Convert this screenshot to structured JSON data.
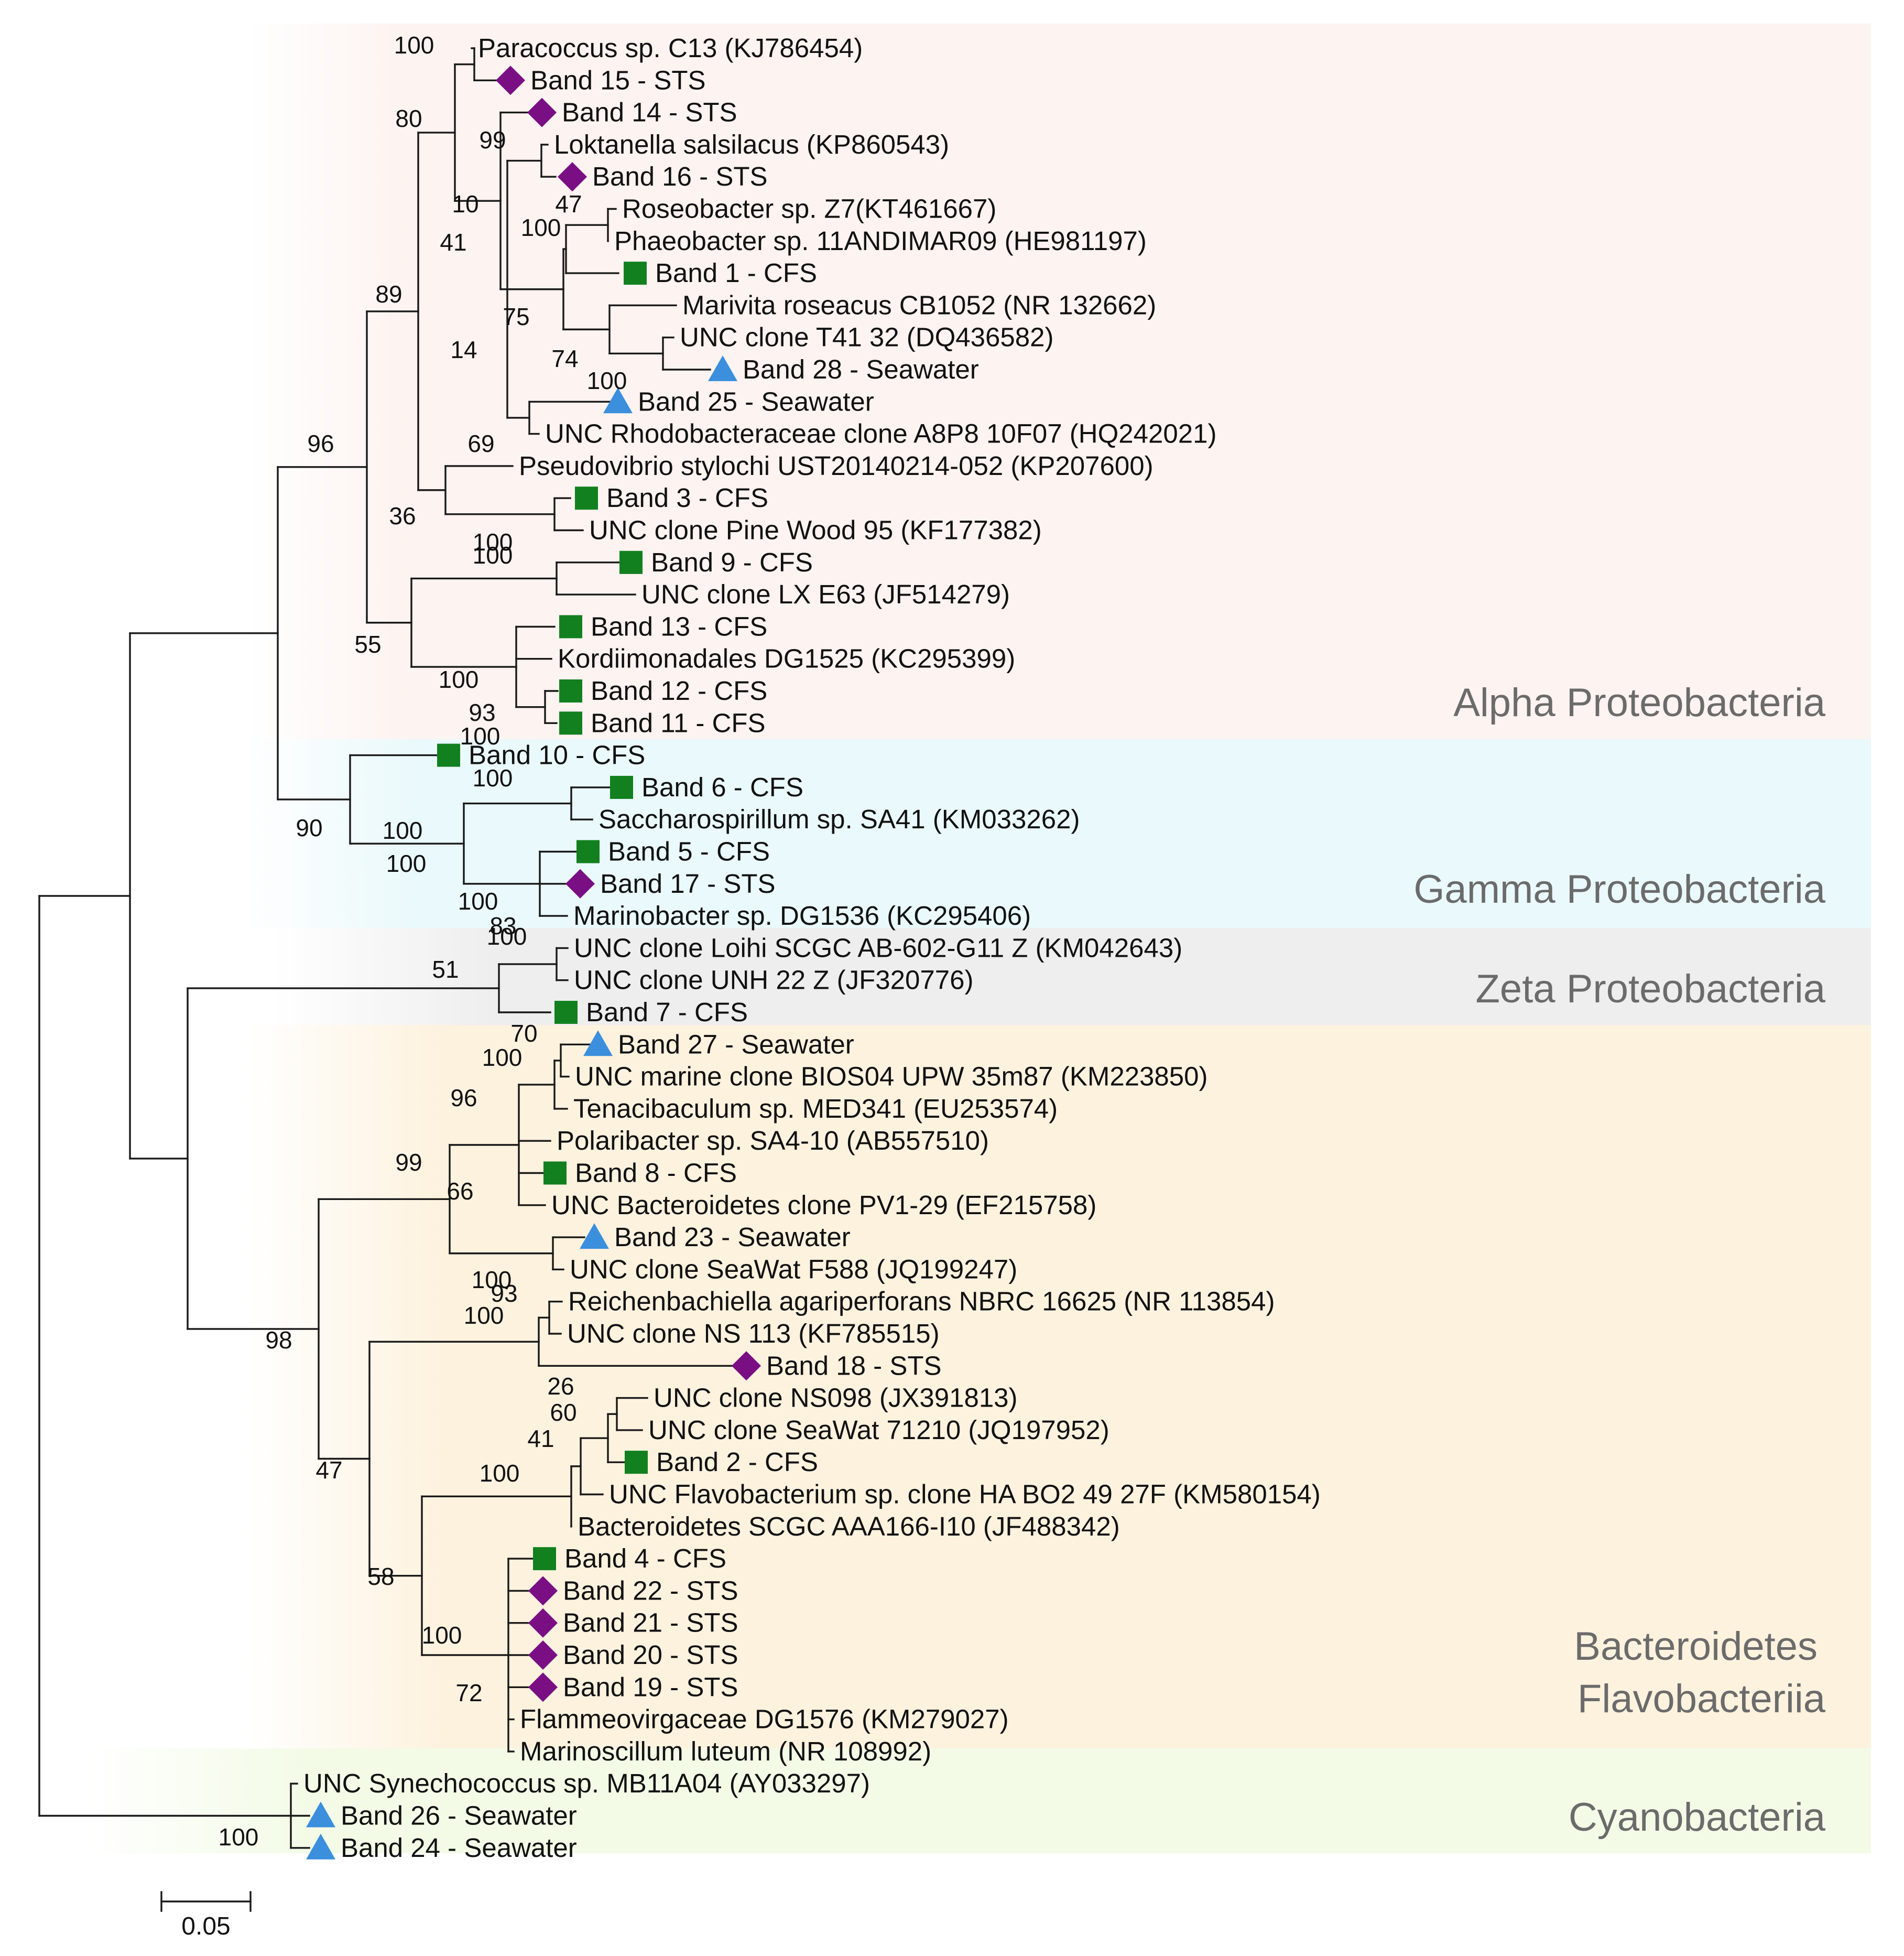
{
  "colors": {
    "cfs": "#12801f",
    "sts": "#7a0f84",
    "seawater": "#3b8fdc",
    "alpha_bg": "#fdf3f0",
    "gamma_bg": "#eaf9fb",
    "zeta_bg": "#eeeeee",
    "bact_bg": "#fdf2de",
    "cyano_bg": "#f3fbe7"
  },
  "groups": [
    {
      "id": "alpha",
      "label": "Alpha Proteobacteria",
      "color": "alpha_bg"
    },
    {
      "id": "gamma",
      "label": "Gamma Proteobacteria",
      "color": "gamma_bg"
    },
    {
      "id": "zeta",
      "label": "Zeta Proteobacteria",
      "color": "zeta_bg"
    },
    {
      "id": "bact",
      "label": "Bacteroidetes Flavobacteriia",
      "lines": [
        "Bacteroidetes",
        "Flavobacteriia"
      ],
      "color": "bact_bg"
    },
    {
      "id": "cyano",
      "label": "Cyanobacteria",
      "color": "cyano_bg"
    }
  ],
  "marker_types": {
    "CFS": "green-square",
    "STS": "purple-diamond",
    "Seawater": "blue-triangle"
  },
  "leaves": [
    {
      "label": "Paracoccus sp. C13 (KJ786454)",
      "marker": null
    },
    {
      "label": "Band 15 - STS",
      "marker": "STS"
    },
    {
      "label": "Band 14 - STS",
      "marker": "STS"
    },
    {
      "label": "Loktanella salsilacus (KP860543)",
      "marker": null
    },
    {
      "label": "Band 16 - STS",
      "marker": "STS"
    },
    {
      "label": "Roseobacter sp. Z7(KT461667)",
      "marker": null
    },
    {
      "label": "Phaeobacter sp. 11ANDIMAR09 (HE981197)",
      "marker": null
    },
    {
      "label": "Band 1 - CFS",
      "marker": "CFS"
    },
    {
      "label": "Marivita roseacus CB1052 (NR 132662)",
      "marker": null
    },
    {
      "label": "UNC clone T41 32 (DQ436582)",
      "marker": null
    },
    {
      "label": "Band 28 - Seawater",
      "marker": "Seawater"
    },
    {
      "label": "Band 25 - Seawater",
      "marker": "Seawater"
    },
    {
      "label": "UNC Rhodobacteraceae clone A8P8 10F07 (HQ242021)",
      "marker": null
    },
    {
      "label": "Pseudovibrio stylochi UST20140214-052 (KP207600)",
      "marker": null
    },
    {
      "label": "Band 3 - CFS",
      "marker": "CFS"
    },
    {
      "label": "UNC clone Pine Wood 95 (KF177382)",
      "marker": null
    },
    {
      "label": "Band 9 - CFS",
      "marker": "CFS"
    },
    {
      "label": "UNC clone LX E63 (JF514279)",
      "marker": null
    },
    {
      "label": "Band 13 - CFS",
      "marker": "CFS"
    },
    {
      "label": "Kordiimonadales DG1525 (KC295399)",
      "marker": null
    },
    {
      "label": "Band 12 - CFS",
      "marker": "CFS"
    },
    {
      "label": "Band 11 - CFS",
      "marker": "CFS"
    },
    {
      "label": "Band 10 - CFS",
      "marker": "CFS"
    },
    {
      "label": "Band 6 - CFS",
      "marker": "CFS"
    },
    {
      "label": "Saccharospirillum sp. SA41 (KM033262)",
      "marker": null
    },
    {
      "label": "Band 5 - CFS",
      "marker": "CFS"
    },
    {
      "label": "Band 17 - STS",
      "marker": "STS"
    },
    {
      "label": "Marinobacter sp. DG1536 (KC295406)",
      "marker": null
    },
    {
      "label": "UNC clone Loihi SCGC AB-602-G11 Z (KM042643)",
      "marker": null
    },
    {
      "label": "UNC clone UNH 22 Z (JF320776)",
      "marker": null
    },
    {
      "label": "Band 7 - CFS",
      "marker": "CFS"
    },
    {
      "label": "Band 27 - Seawater",
      "marker": "Seawater"
    },
    {
      "label": "UNC marine clone BIOS04 UPW 35m87 (KM223850)",
      "marker": null
    },
    {
      "label": "Tenacibaculum sp. MED341 (EU253574)",
      "marker": null
    },
    {
      "label": "Polaribacter sp. SA4-10 (AB557510)",
      "marker": null
    },
    {
      "label": "Band 8 - CFS",
      "marker": "CFS"
    },
    {
      "label": "UNC Bacteroidetes clone PV1-29 (EF215758)",
      "marker": null
    },
    {
      "label": "Band 23 - Seawater",
      "marker": "Seawater"
    },
    {
      "label": "UNC clone SeaWat F588 (JQ199247)",
      "marker": null
    },
    {
      "label": "Reichenbachiella agariperforans NBRC 16625 (NR 113854)",
      "marker": null
    },
    {
      "label": "UNC clone NS 113 (KF785515)",
      "marker": null
    },
    {
      "label": "Band 18 - STS",
      "marker": "STS"
    },
    {
      "label": "UNC clone NS098 (JX391813)",
      "marker": null
    },
    {
      "label": "UNC clone SeaWat 71210 (JQ197952)",
      "marker": null
    },
    {
      "label": "Band 2 - CFS",
      "marker": "CFS"
    },
    {
      "label": "UNC Flavobacterium sp. clone HA BO2 49 27F (KM580154)",
      "marker": null
    },
    {
      "label": "Bacteroidetes SCGC AAA166-I10 (JF488342)",
      "marker": null
    },
    {
      "label": "Band 4 - CFS",
      "marker": "CFS"
    },
    {
      "label": "Band 22 - STS",
      "marker": "STS"
    },
    {
      "label": "Band 21 - STS",
      "marker": "STS"
    },
    {
      "label": "Band 20 - STS",
      "marker": "STS"
    },
    {
      "label": "Band 19 - STS",
      "marker": "STS"
    },
    {
      "label": "Flammeovirgaceae DG1576 (KM279027)",
      "marker": null
    },
    {
      "label": "Marinoscillum luteum (NR 108992)",
      "marker": null
    },
    {
      "label": "UNC Synechococcus sp. MB11A04 (AY033297)",
      "marker": null
    },
    {
      "label": "Band 26 - Seawater",
      "marker": "Seawater"
    },
    {
      "label": "Band 24 - Seawater",
      "marker": "Seawater"
    }
  ],
  "bootstrap_values": [
    "100",
    "80",
    "99",
    "10",
    "47",
    "100",
    "41",
    "75",
    "74",
    "14",
    "100",
    "89",
    "69",
    "36",
    "96",
    "100",
    "100",
    "55",
    "100",
    "93",
    "100",
    "100",
    "100",
    "90",
    "100",
    "100",
    "83",
    "100",
    "51",
    "70",
    "100",
    "96",
    "66",
    "99",
    "100",
    "93",
    "100",
    "98",
    "26",
    "60",
    "41",
    "100",
    "47",
    "58",
    "100",
    "72",
    "100"
  ],
  "scale_bar": {
    "value": 0.05,
    "label": "0.05"
  }
}
